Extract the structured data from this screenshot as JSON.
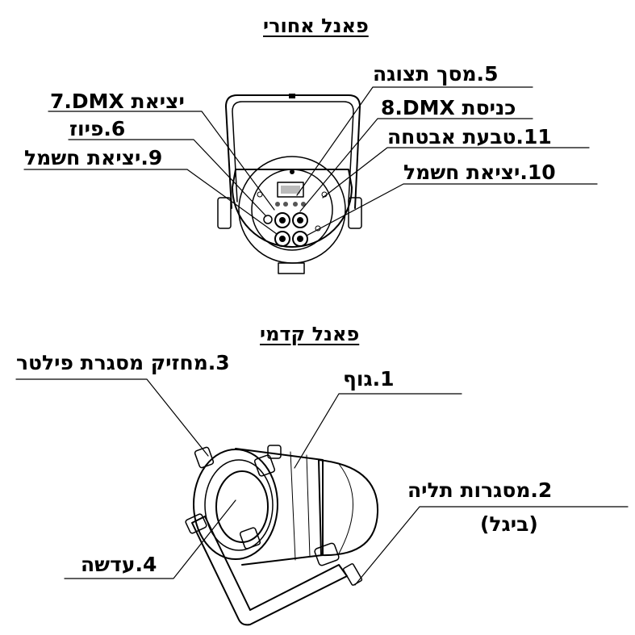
{
  "titles": {
    "rear": "פאנל אחורי",
    "front": "פאנל קדמי"
  },
  "rear_labels": {
    "l5": "5.מסך תצוגה",
    "l7": "7.DMX יציאת",
    "l8": "8.DMX כניסת",
    "l6": "6.פיוז",
    "l11": "11.טבעת אבטחה",
    "l9": "9.יציאת חשמל",
    "l10": "10.יציאת חשמל"
  },
  "front_labels": {
    "l3": "3.מחזיק מסגרת פילטר",
    "l1": "1.גוף",
    "l2": "2.מסגרות תליה",
    "l2b": "(ביגל)",
    "l4": "4.עדשה"
  }
}
